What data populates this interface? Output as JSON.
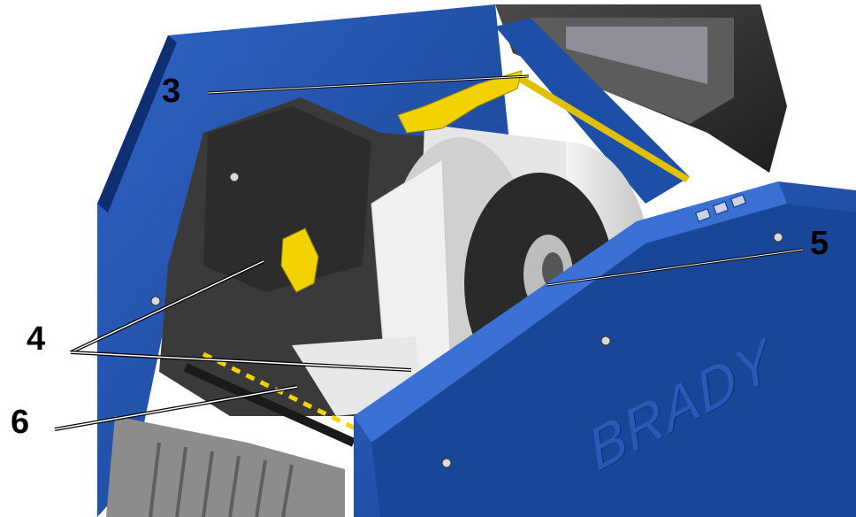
{
  "figure": {
    "brand_text": "BRADY",
    "colors": {
      "housing_blue": "#1d4fa8",
      "housing_dark": "#0f2f73",
      "interior_gray": "#3a3a3a",
      "label_white": "#eeeeee",
      "yellow_guide": "#f2d200"
    },
    "callouts": [
      {
        "id": "3",
        "label": "3"
      },
      {
        "id": "4",
        "label": "4"
      },
      {
        "id": "5",
        "label": "5"
      },
      {
        "id": "6",
        "label": "6"
      }
    ]
  }
}
